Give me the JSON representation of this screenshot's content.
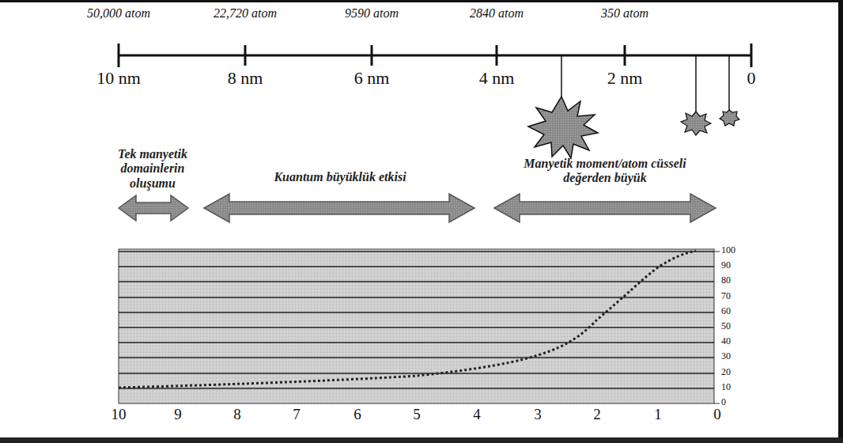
{
  "diagram": {
    "labels": [
      "50,000 atom",
      "22,720 atom",
      "9590 atom",
      "2840 atom",
      "350 atom",
      "10 nm",
      "8 nm",
      "6 nm",
      "4 nm",
      "2 nm",
      "0",
      "Tek manyetik domainlerin oluşumu",
      "Kuantum büyüklük etkisi",
      "Manyetik moment/atom cüsseli değerden büyük",
      "100",
      "90",
      "80",
      "70",
      "60",
      "50",
      "40",
      "30",
      "20",
      "10",
      "0",
      "10",
      "9",
      "8",
      "7",
      "6",
      "5",
      "4",
      "3",
      "2",
      "1",
      "0"
    ]
  }
}
